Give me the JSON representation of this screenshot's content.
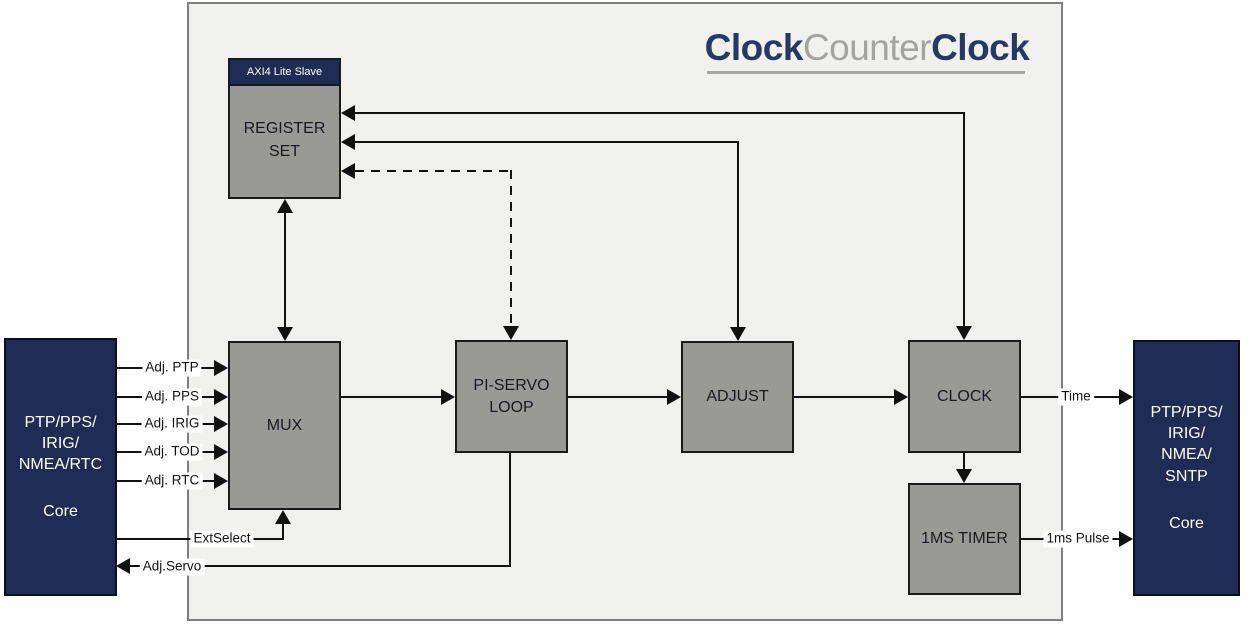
{
  "title": {
    "bold1": "Clock",
    "mid": "Counter",
    "bold2": "Clock"
  },
  "blocks": {
    "register_set": {
      "header": "AXI4 Lite Slave",
      "label": "REGISTER SET"
    },
    "mux": {
      "label": "MUX"
    },
    "pi_servo": {
      "label": "PI-SERVO LOOP"
    },
    "adjust": {
      "label": "ADJUST"
    },
    "clock": {
      "label": "CLOCK"
    },
    "timer": {
      "label": "1MS TIMER"
    }
  },
  "cores": {
    "left": {
      "l1": "PTP/PPS/",
      "l2": "IRIG/",
      "l3": "NMEA/RTC",
      "sub": "Core"
    },
    "right": {
      "l1": "PTP/PPS/",
      "l2": "IRIG/",
      "l3": "NMEA/",
      "l4": "SNTP",
      "sub": "Core"
    }
  },
  "signals": {
    "adj_ptp": "Adj. PTP",
    "adj_pps": "Adj. PPS",
    "adj_irig": "Adj. IRIG",
    "adj_tod": "Adj. TOD",
    "adj_rtc": "Adj. RTC",
    "ext_select": "ExtSelect",
    "adj_servo": "Adj.Servo",
    "time": "Time",
    "pulse": "1ms Pulse"
  },
  "colors": {
    "navy": "#1f2c55",
    "block_gray": "#999996",
    "panel_bg": "#f0f0ef",
    "panel_border": "#7e7e7e",
    "line": "#111111",
    "title_navy": "#253a63",
    "title_gray": "#a3a3a3"
  }
}
